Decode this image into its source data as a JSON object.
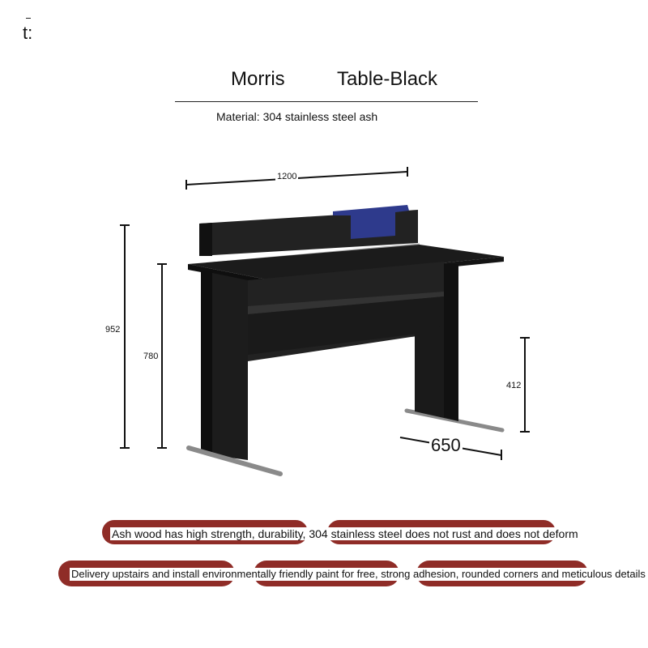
{
  "corner_mark": "t:",
  "title": {
    "left": "Morris",
    "right": "Table-Black"
  },
  "material": "Material: 304 stainless steel   ash",
  "dimensions": {
    "width": "1200",
    "total_height": "952",
    "desk_height": "780",
    "shelf_height": "412",
    "depth": "650"
  },
  "features": {
    "line1": "Ash wood has high strength, durability, 304 stainless steel does not rust and does not deform",
    "line2": "Delivery upstairs and install environmentally friendly paint for free, strong adhesion, rounded corners and meticulous details"
  },
  "colors": {
    "pill": "#8f2c27",
    "desk": "#1d1d1d",
    "accent_box": "#2e3a8c",
    "steel": "#8a8a8a"
  }
}
